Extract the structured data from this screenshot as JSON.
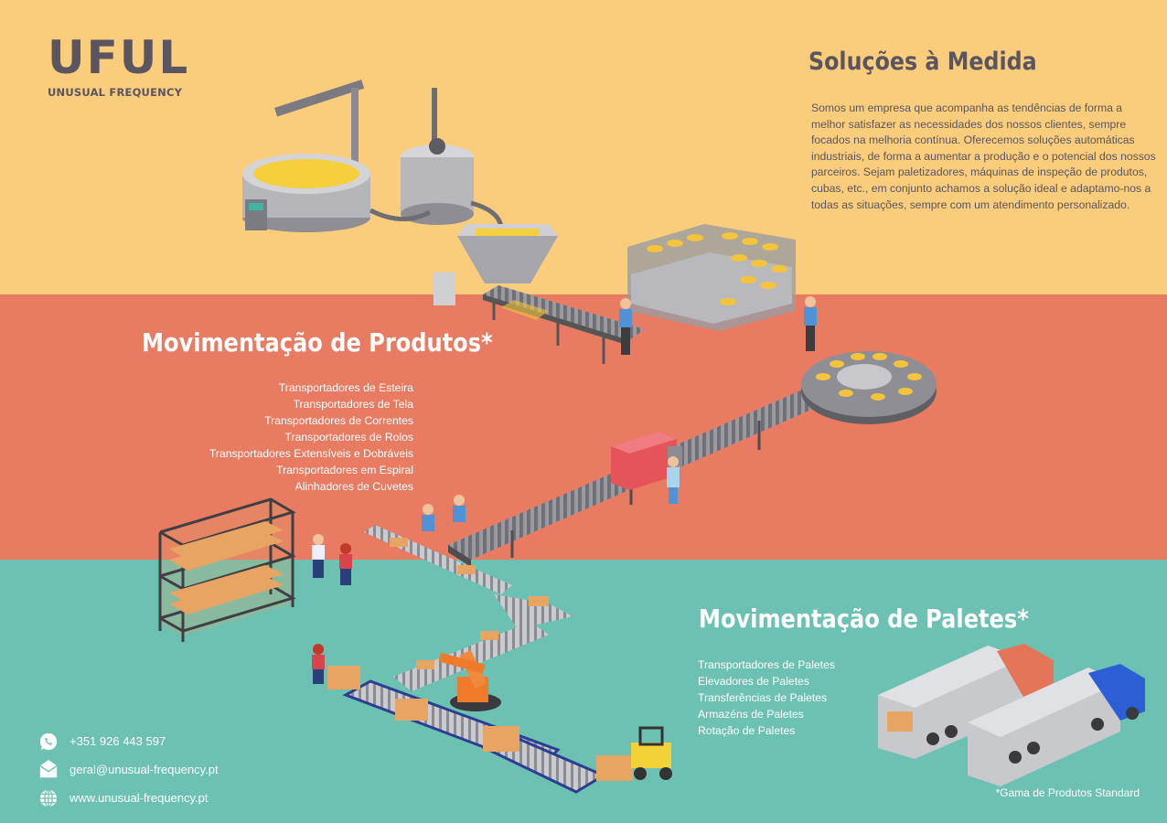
{
  "brand": {
    "logo_text": "UFUL",
    "tagline": "UNUSUAL FREQUENCY"
  },
  "solutions": {
    "title": "Soluções à Medida",
    "description": "Somos um empresa que acompanha as tendências de forma a melhor satisfazer as necessidades dos nossos clientes, sempre focados na melhoria contínua. Oferecemos soluções automáticas industriais, de forma a aumentar a produção e o potencial dos nossos parceiros. Sejam paletizadores, máquinas de inspeção de produtos, cubas, etc., em conjunto achamos a solução ideal e adaptamo-nos a todas as situações, sempre com um atendimento personalizado."
  },
  "products": {
    "title": "Movimentação de Produtos*",
    "items": [
      "Transportadores de Esteira",
      "Transportadores de Tela",
      "Transportadores de Correntes",
      "Transportadores de Rolos",
      "Transportadores Extensíveis e Dobráveis",
      "Transportadores em Espiral",
      "Alinhadores de Cuvetes"
    ]
  },
  "pallets": {
    "title": "Movimentação de Paletes*",
    "items": [
      "Transportadores de Paletes",
      "Elevadores de Paletes",
      "Transferências de Paletes",
      "Armazéns de Paletes",
      "Rotação de Paletes"
    ]
  },
  "contacts": {
    "phone": "+351 926 443 597",
    "email": "geral@unusual-frequency.pt",
    "website": "www.unusual-frequency.pt",
    "icons": [
      "whatsapp-icon",
      "mail-icon",
      "globe-icon"
    ]
  },
  "footnote": "*Gama de Produtos Standard",
  "colors": {
    "top_band": "#f9cd7b",
    "mid_band": "#e97b62",
    "bottom_band": "#6cc1b2",
    "text_dark": "#5a5560"
  }
}
